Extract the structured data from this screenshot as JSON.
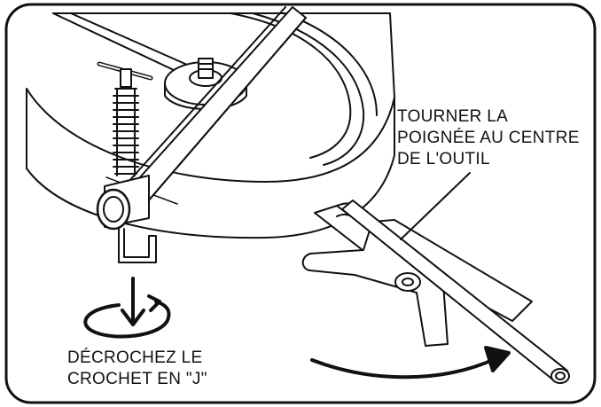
{
  "callouts": {
    "turn_handle": {
      "line1": "TOURNER LA",
      "line2": "POIGNÉE AU CENTRE",
      "line3": "DE L'OUTIL"
    },
    "unhook_j": {
      "line1": "DÉCROCHEZ LE",
      "line2": "CROCHET EN \"J\""
    }
  },
  "colors": {
    "line": "#111111",
    "fill": "#ffffff"
  },
  "icons": {
    "rotate": "rotate-arrow-icon",
    "sweep": "curved-arrow-icon"
  }
}
